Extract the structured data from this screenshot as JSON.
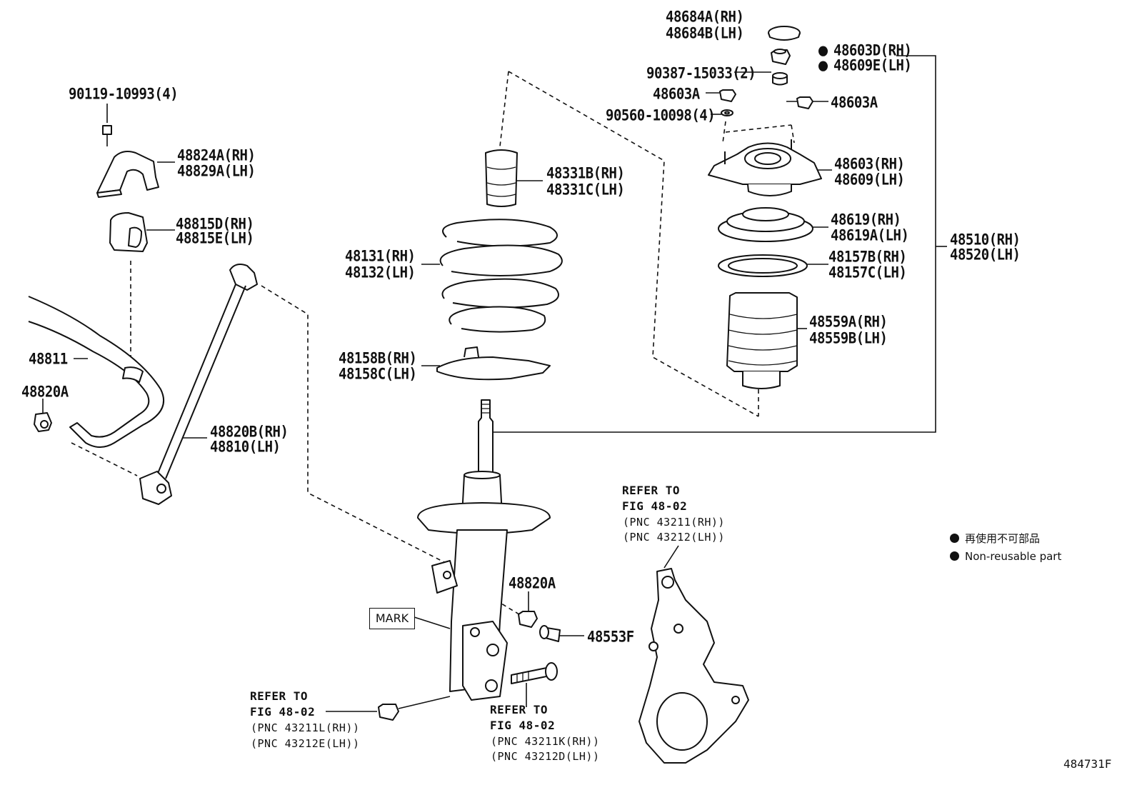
{
  "labels": {
    "p48684A": "48684A(RH)",
    "p48684B": "48684B(LH)",
    "p48603D": "48603D(RH)",
    "p48609E": "48609E(LH)",
    "p90387": "90387-15033(2)",
    "p48603A_l": "48603A",
    "p48603A_r": "48603A",
    "p90560": "90560-10098(4)",
    "p48603": "48603(RH)",
    "p48609": "48609(LH)",
    "p48619": "48619(RH)",
    "p48619A": "48619A(LH)",
    "p48157B": "48157B(RH)",
    "p48157C": "48157C(LH)",
    "p48559A": "48559A(RH)",
    "p48559B": "48559B(LH)",
    "p48510": "48510(RH)",
    "p48520": "48520(LH)",
    "p48331B": "48331B(RH)",
    "p48331C": "48331C(LH)",
    "p48131": "48131(RH)",
    "p48132": "48132(LH)",
    "p48158B": "48158B(RH)",
    "p48158C": "48158C(LH)",
    "p90119": "90119-10993(4)",
    "p48824A": "48824A(RH)",
    "p48829A": "48829A(LH)",
    "p48815D": "48815D(RH)",
    "p48815E": "48815E(LH)",
    "p48811": "48811",
    "p48820A_l": "48820A",
    "p48820B": "48820B(RH)",
    "p48810": "48810(LH)",
    "p48820A_c": "48820A",
    "p48553F": "48553F",
    "mark": "MARK"
  },
  "refers": {
    "knuckle": {
      "refer": "REFER TO",
      "fig": "FIG 48-02",
      "pnc_rh": "(PNC 43211(RH))",
      "pnc_lh": "(PNC 43212(LH))"
    },
    "nut": {
      "refer": "REFER TO",
      "fig": "FIG 48-02",
      "pnc_rh": "(PNC 43211L(RH))",
      "pnc_lh": "(PNC 43212E(LH))"
    },
    "bolt": {
      "refer": "REFER TO",
      "fig": "FIG 48-02",
      "pnc_rh": "(PNC 43211K(RH))",
      "pnc_lh": "(PNC 43212D(LH))"
    }
  },
  "legend": {
    "jp": "再使用不可部品",
    "en": "Non-reusable part"
  },
  "figure_id": "484731F"
}
